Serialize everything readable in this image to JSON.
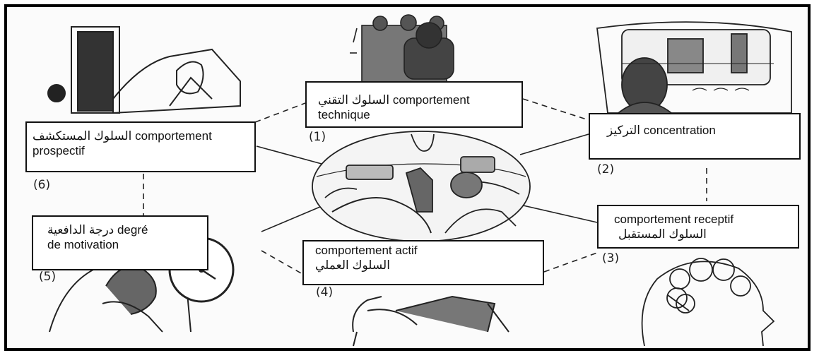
{
  "colors": {
    "ink": "#111111",
    "frame": "#000000",
    "sketch": "#333333",
    "paper": "#fbfbfb"
  },
  "center_illustration": {
    "icon": "car-interior-driver-view-icon"
  },
  "nodes": [
    {
      "id": "technique",
      "number": "(1)",
      "line1": "السلوك التقني comportement",
      "line2": "technique",
      "icon": "driver-back-view-icon"
    },
    {
      "id": "concentration",
      "number": "(2)",
      "line1": "التركيز concentration",
      "line2": "",
      "icon": "windshield-view-icon"
    },
    {
      "id": "receptif",
      "number": "(3)",
      "line1": "comportement receptif",
      "line2": "السلوك المستقبل",
      "icon": "head-profile-icon"
    },
    {
      "id": "actif",
      "number": "(4)",
      "line1": "comportement actif",
      "line2": "السلوك العملي",
      "icon": "hands-steering-icon"
    },
    {
      "id": "motivation",
      "number": "(5)",
      "line1": "درجة الدافعية degré",
      "line2": "de motivation",
      "icon": "clock-driver-icon"
    },
    {
      "id": "prospectif",
      "number": "(6)",
      "line1": "السلوك المستكشف comportement",
      "line2": "prospectif",
      "icon": "door-car-icon"
    }
  ]
}
